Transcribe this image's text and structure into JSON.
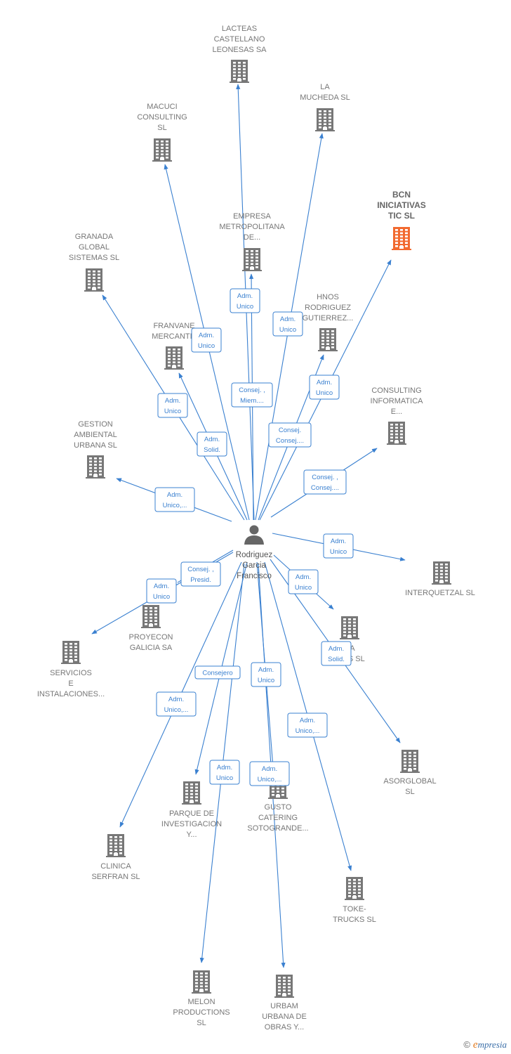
{
  "colors": {
    "edge": "#3a80d0",
    "node": "#777777",
    "highlight": "#f26a30",
    "person": "#666666"
  },
  "person": {
    "lines": [
      "Rodriguez",
      "Garcia",
      "Francisco"
    ],
    "icon": "person-icon"
  },
  "companies": [
    {
      "id": "lacteas",
      "lines": [
        "LACTEAS",
        "CASTELLANO",
        "LEONESAS SA"
      ],
      "highlight": false
    },
    {
      "id": "la-mucheda",
      "lines": [
        "LA",
        "MUCHEDA  SL"
      ],
      "highlight": false
    },
    {
      "id": "macuci",
      "lines": [
        "MACUCI",
        "CONSULTING",
        "SL"
      ],
      "highlight": false
    },
    {
      "id": "bcn",
      "lines": [
        "BCN",
        "INICIATIVAS",
        "TIC  SL"
      ],
      "highlight": true
    },
    {
      "id": "empresa-metropolitana",
      "lines": [
        "EMPRESA",
        "METROPOLITANA",
        "DE..."
      ],
      "highlight": false
    },
    {
      "id": "granada",
      "lines": [
        "GRANADA",
        "GLOBAL",
        "SISTEMAS SL"
      ],
      "highlight": false
    },
    {
      "id": "hnos",
      "lines": [
        "HNOS",
        "RODRIGUEZ",
        "GUTIERREZ..."
      ],
      "highlight": false
    },
    {
      "id": "franvane",
      "lines": [
        "FRANVANE",
        "MERCANTIL"
      ],
      "highlight": false
    },
    {
      "id": "consulting-informatica",
      "lines": [
        "CONSULTING",
        "INFORMATICA",
        "E..."
      ],
      "highlight": false
    },
    {
      "id": "gestion",
      "lines": [
        "GESTION",
        "AMBIENTAL",
        "URBANA SL"
      ],
      "highlight": false
    },
    {
      "id": "interquetzal",
      "lines": [
        "INTERQUETZAL SL"
      ],
      "highlight": false
    },
    {
      "id": "proyecon",
      "lines": [
        "PROYECON",
        "GALICIA SA"
      ],
      "highlight": false
    },
    {
      "id": "servicios",
      "lines": [
        "SERVICIOS",
        "E",
        "INSTALACIONES..."
      ],
      "highlight": false
    },
    {
      "id": "ca-cios",
      "lines": [
        "CA",
        "CIOS  SL"
      ],
      "highlight": false
    },
    {
      "id": "asorglobal",
      "lines": [
        "ASORGLOBAL",
        "SL"
      ],
      "highlight": false
    },
    {
      "id": "parque",
      "lines": [
        "PARQUE DE",
        "INVESTIGACION",
        "Y..."
      ],
      "highlight": false
    },
    {
      "id": "gusto",
      "lines": [
        "GUSTO",
        "CATERING",
        "SOTOGRANDE..."
      ],
      "highlight": false
    },
    {
      "id": "clinica",
      "lines": [
        "CLINICA",
        "SERFRAN  SL"
      ],
      "highlight": false
    },
    {
      "id": "toke",
      "lines": [
        "TOKE-",
        "TRUCKS SL"
      ],
      "highlight": false
    },
    {
      "id": "melon",
      "lines": [
        "MELON",
        "PRODUCTIONS",
        "SL"
      ],
      "highlight": false
    },
    {
      "id": "urbam",
      "lines": [
        "URBAM",
        "URBANA DE",
        "OBRAS Y..."
      ],
      "highlight": false
    }
  ],
  "relations": [
    {
      "to": "lacteas",
      "lines": []
    },
    {
      "to": "la-mucheda",
      "lines": [
        "Adm.",
        "Unico"
      ]
    },
    {
      "to": "macuci",
      "lines": [
        "Adm.",
        "Unico"
      ]
    },
    {
      "to": "bcn",
      "lines": [
        "Adm.",
        "Unico"
      ]
    },
    {
      "to": "empresa-metropolitana",
      "lines": [
        "Adm.",
        "Unico"
      ]
    },
    {
      "to": "granada",
      "lines": [
        "Adm.",
        "Unico"
      ]
    },
    {
      "to": "hnos",
      "lines": [
        "Consej.",
        "Consej...."
      ]
    },
    {
      "to": "franvane",
      "lines": [
        "Adm.",
        "Solid."
      ]
    },
    {
      "to": "consulting-informatica",
      "lines": [
        "Consej. ,",
        "Consej...."
      ]
    },
    {
      "to": "gestion",
      "lines": [
        "Adm.",
        "Unico,..."
      ]
    },
    {
      "to": "interquetzal",
      "lines": [
        "Adm.",
        "Unico"
      ]
    },
    {
      "to": "proyecon",
      "lines": [
        "Consej. ,",
        "Presid."
      ]
    },
    {
      "to": "servicios",
      "lines": [
        "Adm.",
        "Unico"
      ]
    },
    {
      "to": "ca-cios",
      "lines": [
        "Adm.",
        "Unico"
      ]
    },
    {
      "to": "asorglobal",
      "lines": [
        "Adm.",
        "Solid."
      ]
    },
    {
      "to": "parque",
      "lines": [
        "Consejero"
      ]
    },
    {
      "to": "gusto",
      "lines": [
        "Adm.",
        "Unico"
      ]
    },
    {
      "to": "clinica",
      "lines": [
        "Adm.",
        "Unico,..."
      ]
    },
    {
      "to": "toke",
      "lines": [
        "Adm.",
        "Unico,..."
      ]
    },
    {
      "to": "melon",
      "lines": [
        "Adm.",
        "Unico"
      ]
    },
    {
      "to": "urbam",
      "lines": [
        "Adm.",
        "Unico,..."
      ]
    },
    {
      "to": "",
      "lines": [
        "Consej. ,",
        "Miem...."
      ]
    }
  ],
  "watermark": {
    "copyright": "©",
    "brand_initial": "e",
    "brand_rest": "mpresia"
  }
}
